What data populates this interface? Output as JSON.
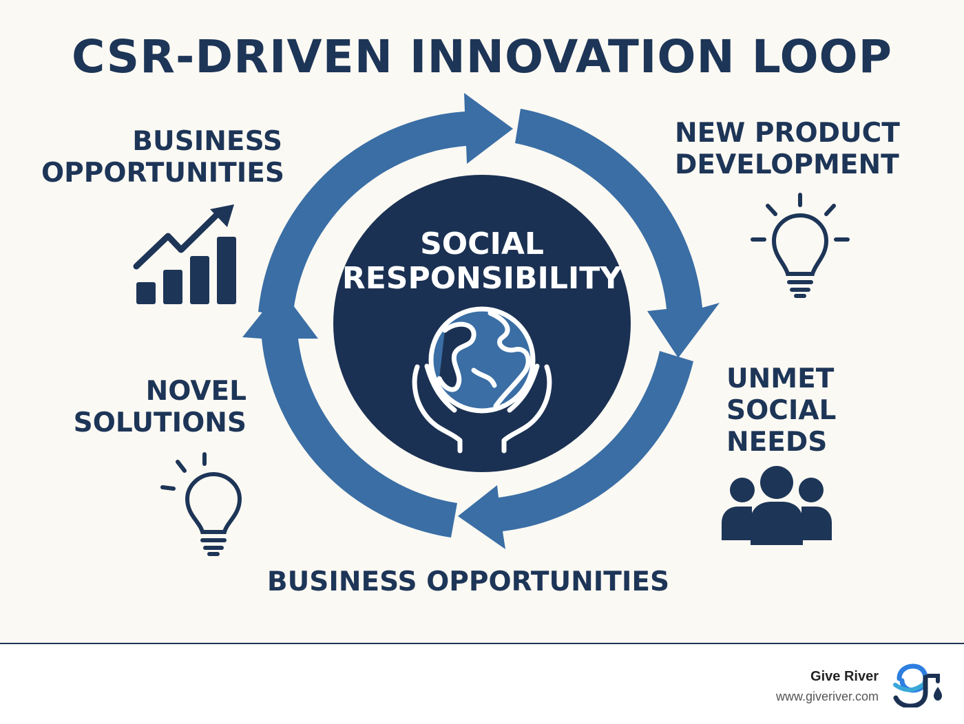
{
  "title": "CSR-DRIVEN INNOVATION LOOP",
  "center": {
    "label": "SOCIAL\nRESPONSIBILITY",
    "icon": "globe-in-hands-icon"
  },
  "nodes": {
    "business_opportunities_top": {
      "label": "BUSINESS\nOPPORTUNITIES",
      "icon": "growth-chart-icon"
    },
    "new_product_development": {
      "label": "NEW PRODUCT\nDEVELOPMENT",
      "icon": "lightbulb-icon"
    },
    "unmet_social_needs": {
      "label": "UNMET\nSOCIAL\nNEEDS",
      "icon": "people-group-icon"
    },
    "novel_solutions": {
      "label": "NOVEL\nSOLUTIONS",
      "icon": "lightbulb-icon"
    },
    "business_opportunities_bottom": {
      "label": "BUSINESS OPPORTUNITIES"
    }
  },
  "footer": {
    "brand": "Give River",
    "url": "www.giveriver.com",
    "logo_icon": "give-river-logo-icon"
  },
  "colors": {
    "navy": "#1d3557",
    "ring_blue": "#3a6ea5",
    "background": "#fbf9f3"
  }
}
